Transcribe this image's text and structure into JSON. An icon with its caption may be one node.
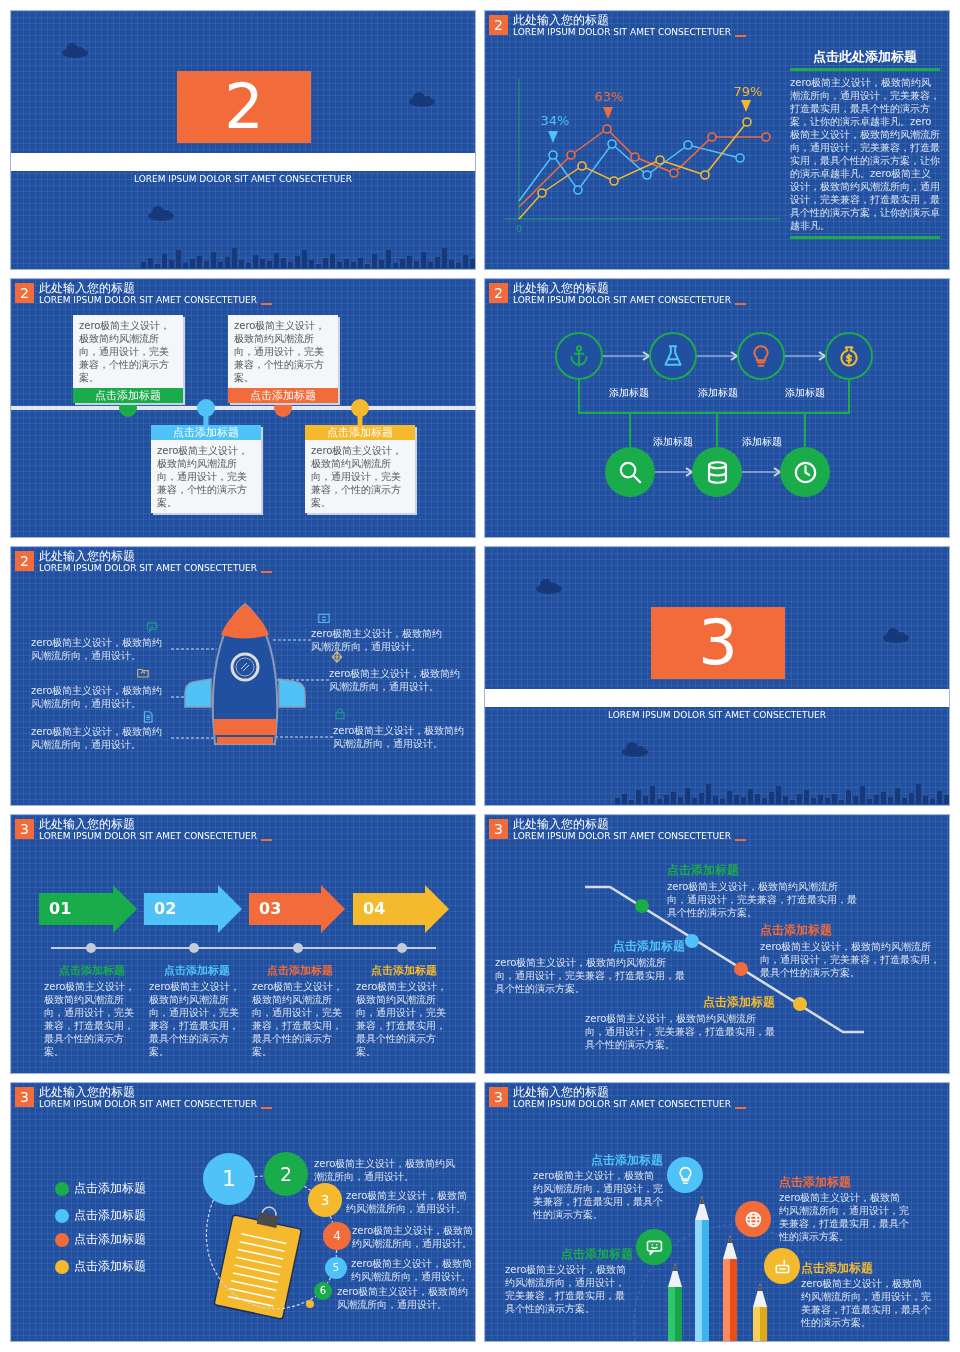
{
  "diagram": {
    "nodes": [
      {
        "text": [
          "LOREM IPSUM DOLOR SIT AMET CONSECTETUER"
        ]
      },
      {
        "text": [
          "2"
        ],
        "in": 0
      },
      {
        "text": [
          "2",
          "此处输入您的标题",
          "LOREM IPSUM DOLOR SIT AMET CONSECTETUER"
        ]
      },
      {
        "text": [
          "点击此处添加标题",
          "zero极简主义设计，极致简约风潮流所向，通用设计，完美兼容，打造最实用，最具个性的演示方案，让你的演示卓越非凡。zero极简主义设计，极致简约风潮流所向，通用设计，完美兼容，打造最实用，最具个性的演示方案，让你的演示卓越非凡。zero极简主义设计，极致简约风潮流所向，通用设计，完美兼容，打造最实用，最具个性的演示方案，让你的演示卓越非凡。"
        ],
        "in": 2
      },
      {
        "text": [
          "2",
          "此处输入您的标题",
          "LOREM IPSUM DOLOR SIT AMET CONSECTETUER"
        ]
      },
      {
        "text": [
          "zero极简主义设计，极致简约风潮流所向，通用设计，完美兼容，个性的演示方案。",
          "点击添加标题"
        ],
        "in": 4
      },
      {
        "text": [
          "点击添加标题",
          "zero极简主义设计，极致简约风潮流所向，通用设计，完美兼容，个性的演示方案。"
        ],
        "in": 4
      },
      {
        "text": [
          "zero极简主义设计，极致简约风潮流所向，通用设计，完美兼容，个性的演示方案。",
          "点击添加标题"
        ],
        "in": 4
      },
      {
        "text": [
          "点击添加标题",
          "zero极简主义设计，极致简约风潮流所向，通用设计，完美兼容，个性的演示方案。"
        ],
        "in": 4
      },
      {
        "text": [
          "2",
          "此处输入您的标题",
          "LOREM IPSUM DOLOR SIT AMET CONSECTETUER"
        ]
      },
      {
        "text": [],
        "shape": "circle",
        "in": 9,
        "beside": [
          "添加标题"
        ]
      },
      {
        "text": [],
        "shape": "circle",
        "in": 9,
        "beside": [
          "添加标题"
        ]
      },
      {
        "text": [],
        "shape": "circle",
        "in": 9,
        "beside": [
          "添加标题"
        ]
      },
      {
        "text": [],
        "shape": "circle",
        "in": 9
      },
      {
        "text": [],
        "shape": "circle",
        "in": 9,
        "beside": [
          "添加标题"
        ]
      },
      {
        "text": [],
        "shape": "circle",
        "in": 9,
        "beside": [
          "添加标题"
        ]
      },
      {
        "text": [],
        "shape": "circle",
        "in": 9
      },
      {
        "text": [
          "2",
          "此处输入您的标题",
          "LOREM IPSUM DOLOR SIT AMET CONSECTETUER"
        ]
      },
      {
        "text": [],
        "shape": "picture",
        "in": 17
      },
      {
        "text": [
          "zero极简主义设计，极致简约风潮流所向，通用设计。"
        ],
        "in": 17
      },
      {
        "text": [
          "zero极简主义设计，极致简约风潮流所向，通用设计。"
        ],
        "in": 17
      },
      {
        "text": [
          "zero极简主义设计，极致简约风潮流所向，通用设计。"
        ],
        "in": 17
      },
      {
        "text": [
          "zero极简主义设计，极致简约风潮流所向，通用设计。"
        ],
        "in": 17
      },
      {
        "text": [
          "zero极简主义设计，极致简约风潮流所向，通用设计。"
        ],
        "in": 17
      },
      {
        "text": [
          "zero极简主义设计，极致简约风潮流所向，通用设计。"
        ],
        "in": 17
      },
      {
        "text": [
          "LOREM IPSUM DOLOR SIT AMET CONSECTETUER"
        ]
      },
      {
        "text": [
          "3"
        ],
        "in": 25
      },
      {
        "text": [
          "3",
          "此处输入您的标题",
          "LOREM IPSUM DOLOR SIT AMET CONSECTETUER"
        ]
      },
      {
        "text": [
          "01"
        ],
        "in": 27
      },
      {
        "text": [
          "02"
        ],
        "in": 27
      },
      {
        "text": [
          "03"
        ],
        "in": 27
      },
      {
        "text": [
          "04"
        ],
        "in": 27
      },
      {
        "text": [
          "点击添加标题",
          "zero极简主义设计，极致简约风潮流所向，通用设计，完美兼容，打造最实用，最具个性的演示方案。"
        ],
        "in": 27
      },
      {
        "text": [
          "点击添加标题",
          "zero极简主义设计，极致简约风潮流所向，通用设计，完美兼容，打造最实用，最具个性的演示方案。"
        ],
        "in": 27
      },
      {
        "text": [
          "点击添加标题",
          "zero极简主义设计，极致简约风潮流所向，通用设计，完美兼容，打造最实用，最具个性的演示方案。"
        ],
        "in": 27
      },
      {
        "text": [
          "点击添加标题",
          "zero极简主义设计，极致简约风潮流所向，通用设计，完美兼容，打造最实用，最具个性的演示方案。"
        ],
        "in": 27
      },
      {
        "text": [
          "3",
          "此处输入您的标题",
          "LOREM IPSUM DOLOR SIT AMET CONSECTETUER"
        ]
      },
      {
        "text": [
          "点击添加标题",
          "zero极简主义设计，极致简约风潮流所向，通用设计，完美兼容，打造最实用，最具个性的演示方案。"
        ],
        "in": 36
      },
      {
        "text": [
          "点击添加标题",
          "zero极简主义设计，极致简约风潮流所向，通用设计，完美兼容，打造最实用，最具个性的演示方案。"
        ],
        "in": 36
      },
      {
        "text": [
          "点击添加标题",
          "zero极简主义设计，极致简约风潮流所向，通用设计，完美兼容，打造最实用，最具个性的演示方案。"
        ],
        "in": 36
      },
      {
        "text": [
          "点击添加标题",
          "zero极简主义设计，极致简约风潮流所向，通用设计，完美兼容，打造最实用，最具个性的演示方案。"
        ],
        "in": 36
      },
      {
        "text": [
          "3",
          "此处输入您的标题",
          "LOREM IPSUM DOLOR SIT AMET CONSECTETUER"
        ]
      },
      {
        "text": [
          "1"
        ],
        "in": 41
      },
      {
        "text": [
          "2"
        ],
        "in": 41,
        "beside": [
          "zero极简主义设计，极致简约风潮流所向，通用设计。"
        ]
      },
      {
        "text": [
          "3"
        ],
        "in": 41,
        "beside": [
          "zero极简主义设计，极致简约风潮流所向，通用设计。"
        ]
      },
      {
        "text": [
          "4"
        ],
        "in": 41,
        "beside": [
          "zero极简主义设计，极致简约风潮流所向，通用设计。"
        ]
      },
      {
        "text": [
          "5"
        ],
        "in": 41,
        "beside": [
          "zero极简主义设计，极致简约风潮流所向，通用设计。"
        ]
      },
      {
        "text": [
          "6"
        ],
        "in": 41,
        "beside": [
          "zero极简主义设计，极致简约风潮流所向，通用设计。"
        ]
      },
      {
        "text": [
          "3",
          "此处输入您的标题",
          "LOREM IPSUM DOLOR SIT AMET CONSECTETUER"
        ]
      },
      {
        "text": [],
        "shape": "circle",
        "in": 48,
        "beside": [
          "点击添加标题",
          "zero极简主义设计，极致简约风潮流所向，通用设计，完美兼容，打造最实用，最具个性的演示方案。"
        ]
      },
      {
        "text": [],
        "shape": "circle",
        "in": 48,
        "beside": [
          "点击添加标题",
          "zero极简主义设计，极致简约风潮流所向，通用设计，完美兼容，打造最实用，最具个性的演示方案。"
        ]
      },
      {
        "text": [],
        "shape": "circle",
        "in": 48,
        "beside": [
          "点击添加标题",
          "zero极简主义设计，极致简约风潮流所向，通用设计，完美兼容，打造最实用，最具个性的演示方案。"
        ]
      },
      {
        "text": [],
        "shape": "circle",
        "in": 48,
        "beside": [
          "点击添加标题",
          "zero极简主义设计，极致简约风潮流所向，通用设计，完美兼容，打造最实用，最具个性的演示方案。"
        ]
      }
    ],
    "edges": [
      {
        "from": 10,
        "to": 11,
        "arrow": "to"
      },
      {
        "from": 11,
        "to": 12,
        "arrow": "to"
      },
      {
        "from": 12,
        "to": 13,
        "arrow": "to"
      },
      {
        "from": 14,
        "to": 15,
        "arrow": "to"
      },
      {
        "from": 15,
        "to": 16,
        "arrow": "to"
      },
      {
        "from": 19,
        "to": 18,
        "arrow": "none",
        "style": "dashed"
      },
      {
        "from": 20,
        "to": 18,
        "arrow": "none",
        "style": "dashed"
      },
      {
        "from": 21,
        "to": 18,
        "arrow": "none",
        "style": "dashed"
      },
      {
        "from": 22,
        "to": 18,
        "arrow": "none",
        "style": "dashed"
      },
      {
        "from": 23,
        "to": 18,
        "arrow": "none",
        "style": "dashed"
      },
      {
        "from": 24,
        "to": 18,
        "arrow": "none",
        "style": "dashed"
      },
      {
        "from": 42,
        "to": 43,
        "arrow": "none",
        "style": "dashed"
      },
      {
        "from": 43,
        "to": 44,
        "arrow": "none",
        "style": "dashed"
      },
      {
        "from": 44,
        "to": 45,
        "arrow": "none",
        "style": "dashed"
      },
      {
        "from": 45,
        "to": 46,
        "arrow": "none",
        "style": "dashed"
      },
      {
        "from": 46,
        "to": 47,
        "arrow": "none",
        "style": "dashed"
      },
      {
        "from": 42,
        "to": 47,
        "arrow": "none",
        "style": "dashed"
      }
    ],
    "labels": [
      "34%",
      "63%",
      "79%",
      "0",
      "点击添加标题",
      "点击添加标题",
      "点击添加标题",
      "点击添加标题"
    ]
  }
}
